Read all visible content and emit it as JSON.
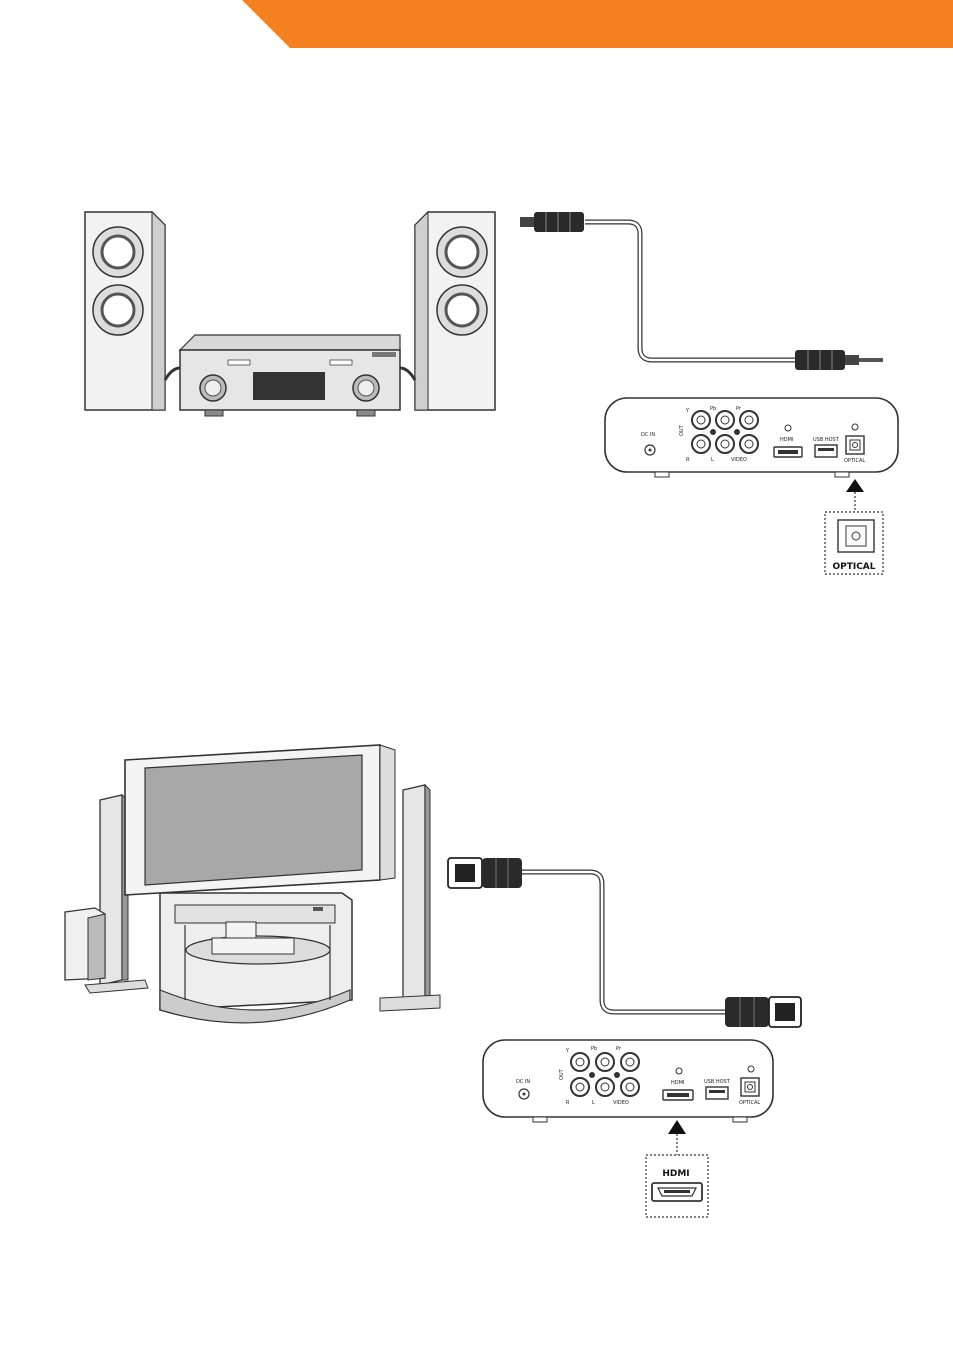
{
  "colors": {
    "accent_banner": "#f5821f",
    "line": "#333333",
    "device_fill": "#ffffff",
    "speaker_face": "#e8e8e8",
    "tv_screen": "#a8a8a8"
  },
  "optical_diagram": {
    "device_ports": {
      "dc_in": "DC IN",
      "out": "OUT",
      "y": "Y",
      "pb": "Pb",
      "pr": "Pr",
      "r": "R",
      "l": "L",
      "video": "VIDEO",
      "hdmi": "HDMI",
      "usb_host": "USB HOST",
      "optical": "OPTICAL"
    },
    "callout_label": "OPTICAL"
  },
  "hdmi_diagram": {
    "device_ports": {
      "dc_in": "DC IN",
      "out": "OUT",
      "y": "Y",
      "pb": "Pb",
      "pr": "Pr",
      "r": "R",
      "l": "L",
      "video": "VIDEO",
      "hdmi": "HDMI",
      "usb_host": "USB HOST",
      "optical": "OPTICAL"
    },
    "callout_label": "HDMI"
  }
}
